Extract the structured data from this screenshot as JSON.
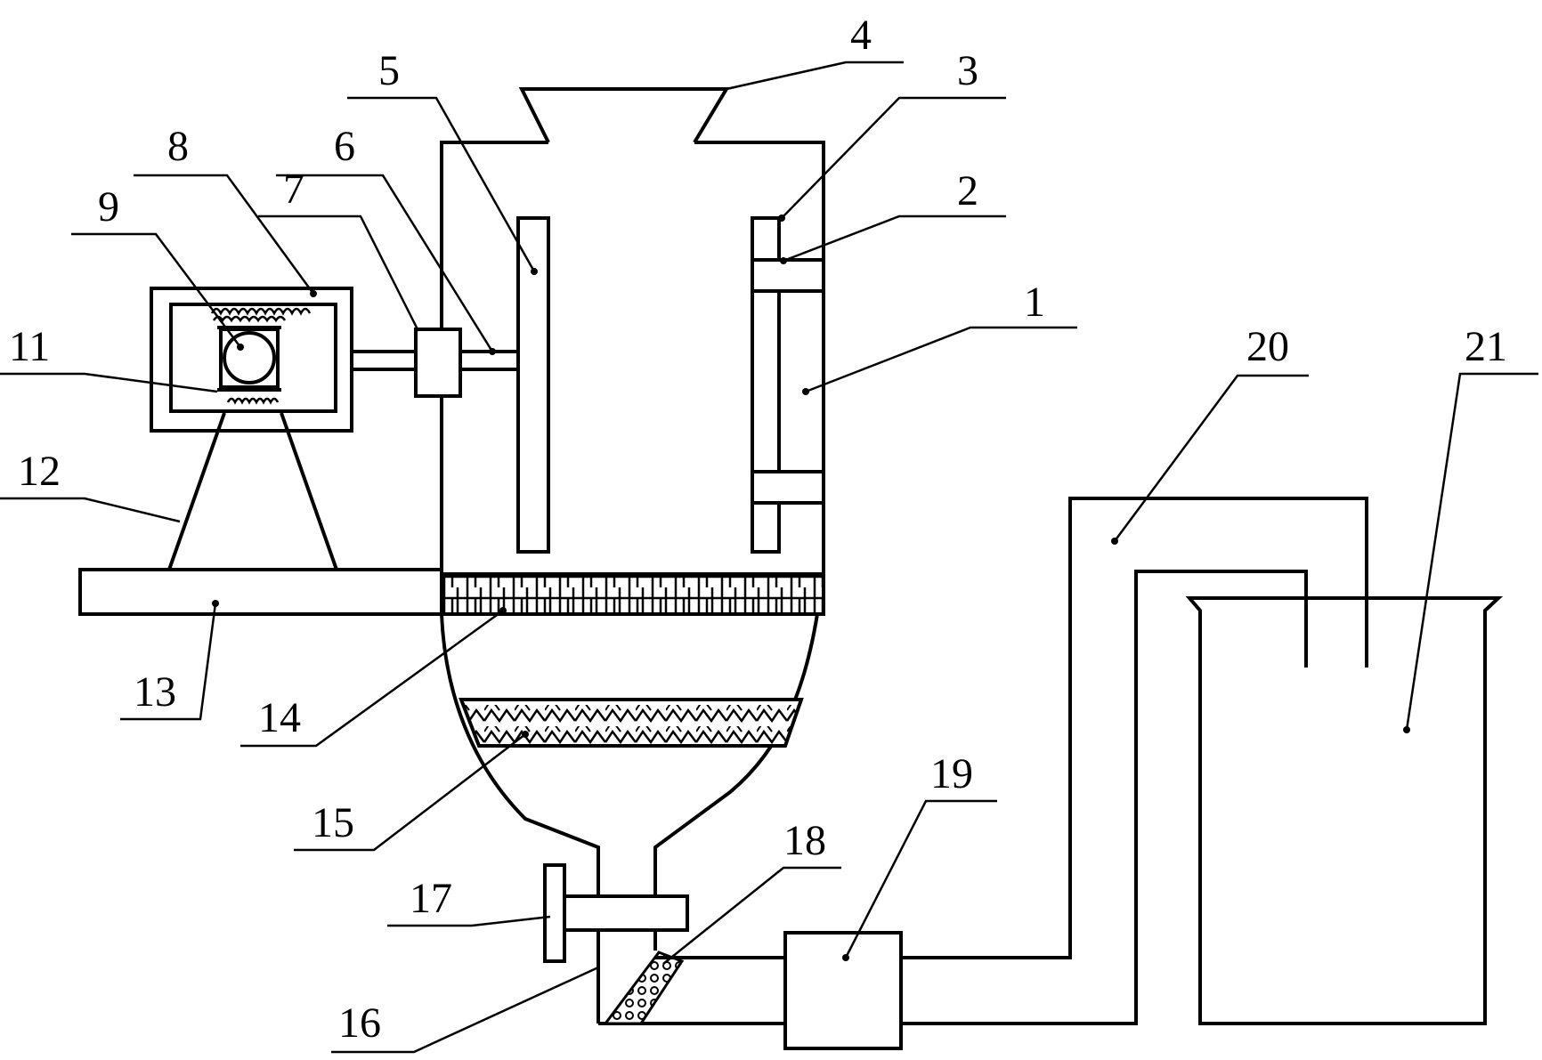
{
  "figure": {
    "labels": {
      "l1": "1",
      "l2": "2",
      "l3": "3",
      "l4": "4",
      "l5": "5",
      "l6": "6",
      "l7": "7",
      "l8": "8",
      "l9": "9",
      "l11": "11",
      "l12": "12",
      "l13": "13",
      "l14": "14",
      "l15": "15",
      "l16": "16",
      "l17": "17",
      "l18": "18",
      "l19": "19",
      "l20": "20",
      "l21": "21"
    },
    "line_color": "#000000",
    "background": "#ffffff"
  }
}
